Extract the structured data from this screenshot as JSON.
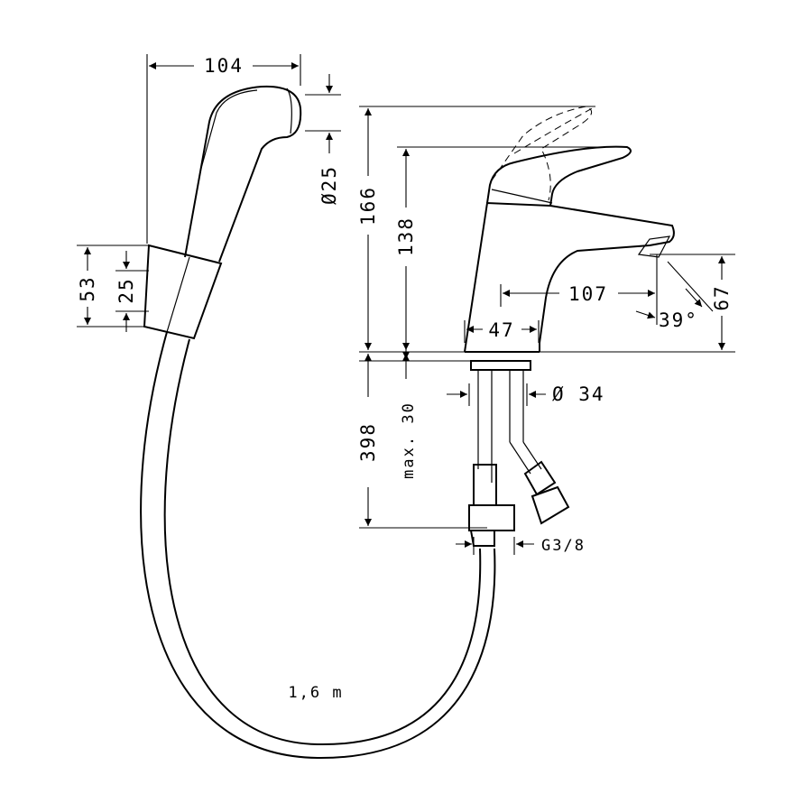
{
  "title": "Hand shower and basin mixer dimension drawing",
  "dimensions": {
    "shower_width": "104",
    "shower_diameter": "Ø25",
    "holder_height": "53",
    "holder_inner": "25",
    "mixer_height": "166",
    "spout_height": "138",
    "spout_reach": "107",
    "spout_outlet_height": "67",
    "spout_angle": "39°",
    "base_width": "47",
    "shank_diameter": "Ø 34",
    "hose_length_under": "398",
    "max_thickness": "max. 30",
    "thread": "G3/8",
    "hose_length": "1,6 m"
  },
  "colors": {
    "line": "#000000",
    "background": "#ffffff"
  }
}
